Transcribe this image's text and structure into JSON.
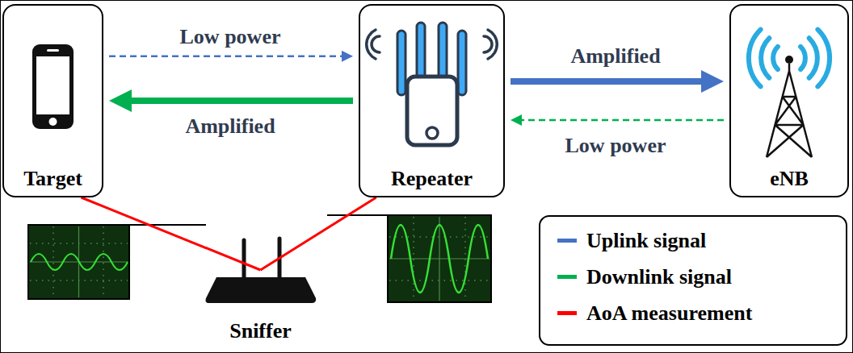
{
  "diagram": {
    "nodes": [
      {
        "text": [
          "Target"
        ]
      },
      {
        "text": [
          "Repeater"
        ]
      },
      {
        "text": [
          "eNB"
        ]
      },
      {
        "text": [
          "Sniffer"
        ]
      }
    ],
    "edges": [
      {
        "from": 0,
        "to": 1,
        "arrow": "to",
        "label": "Low power"
      },
      {
        "from": 1,
        "to": 0,
        "arrow": "to",
        "label": "Amplified"
      },
      {
        "from": 1,
        "to": 2,
        "arrow": "to",
        "label": "Amplified"
      },
      {
        "from": 2,
        "to": 1,
        "arrow": "to",
        "label": "Low power"
      },
      {
        "from": 0,
        "to": 3,
        "arrow": "none"
      },
      {
        "from": 1,
        "to": 3,
        "arrow": "none"
      }
    ],
    "legend": [
      {
        "text": "Uplink signal",
        "color": "#4472C4"
      },
      {
        "text": "Downlink signal",
        "color": "#00B050"
      },
      {
        "text": "AoA measurement",
        "color": "#FF0000"
      }
    ]
  }
}
